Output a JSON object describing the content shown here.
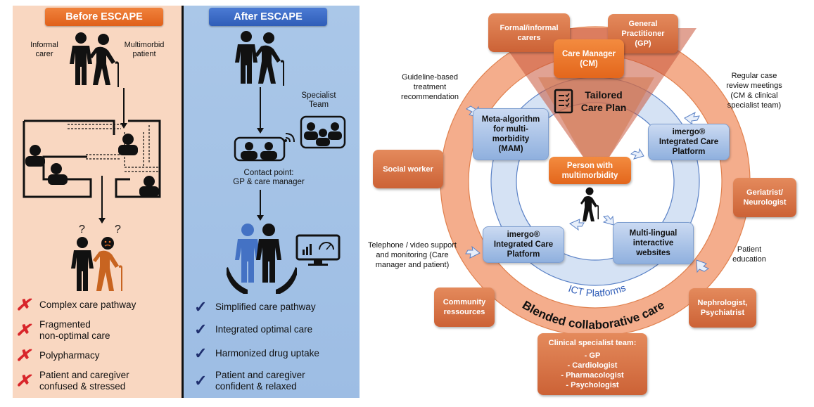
{
  "before": {
    "title": "Before ESCAPE",
    "label_carer": "Informal\ncarer",
    "label_carer_l1": "Informal",
    "label_carer_l2": "carer",
    "label_patient_l1": "Multimorbid",
    "label_patient_l2": "patient",
    "question_mark": "?",
    "items": [
      {
        "l1": "Complex care pathway",
        "l2": ""
      },
      {
        "l1": "Fragmented",
        "l2": "non-optimal care"
      },
      {
        "l1": "Polypharmacy",
        "l2": ""
      },
      {
        "l1": "Patient and caregiver",
        "l2": "confused & stressed"
      }
    ],
    "item_icon": "✗"
  },
  "after": {
    "title": "After ESCAPE",
    "specialist_l1": "Specialist",
    "specialist_l2": "Team",
    "contact_l1": "Contact point:",
    "contact_l2": "GP & care manager",
    "items": [
      {
        "l1": "Simplified care pathway",
        "l2": ""
      },
      {
        "l1": "Integrated optimal care",
        "l2": ""
      },
      {
        "l1": "Harmonized drug uptake",
        "l2": ""
      },
      {
        "l1": "Patient and caregiver",
        "l2": "confident & relaxed"
      }
    ],
    "item_icon": "✓"
  },
  "diagram": {
    "outer_ring_label": "Blended collaborative care",
    "inner_ring_label": "ICT Platforms",
    "center": {
      "l1": "Person with",
      "l2": "multimorbidity"
    },
    "care_plan": {
      "l1": "Tailored",
      "l2": "Care Plan"
    },
    "top_boxes": {
      "carers": {
        "l1": "Formal/informal",
        "l2": "carers"
      },
      "gp": {
        "l1": "General",
        "l2": "Practitioner",
        "l3": "(GP)"
      },
      "cm": {
        "l1": "Care Manager",
        "l2": "(CM)"
      }
    },
    "ring_boxes": {
      "social_worker": "Social worker",
      "geriatrist": {
        "l1": "Geriatrist/",
        "l2": "Neurologist"
      },
      "community": {
        "l1": "Community",
        "l2": "ressources"
      },
      "nephrologist": {
        "l1": "Nephrologist,",
        "l2": "Psychiatrist"
      },
      "clinical_team": {
        "title": "Clinical specialist team:",
        "members": [
          "GP",
          "Cardiologist",
          "Pharmacologist",
          "Psychologist"
        ]
      }
    },
    "ict_boxes": {
      "mam": {
        "l1": "Meta-algorithm",
        "l2": "for multi-",
        "l3": "morbidity",
        "l4": "(MAM)"
      },
      "imergo_top": {
        "l1": "imergo®",
        "l2": "Integrated Care",
        "l3": "Platform"
      },
      "imergo_bottom": {
        "l1": "imergo®",
        "l2": "Integrated Care",
        "l3": "Platform"
      },
      "websites": {
        "l1": "Multi-lingual",
        "l2": "interactive",
        "l3": "websites"
      }
    },
    "notes": {
      "guideline": {
        "l1": "Guideline-based",
        "l2": "treatment",
        "l3": "recommendation"
      },
      "case_review": {
        "l1": "Regular case",
        "l2": "review meetings",
        "l3": "(CM & clinical",
        "l4": "specialist team)"
      },
      "telephone": {
        "l1": "Telephone / video support",
        "l2": "and monitoring (Care",
        "l3": "manager and patient)"
      },
      "education": {
        "l1": "Patient",
        "l2": "education"
      }
    }
  },
  "colors": {
    "before_bg": "#f9d7c1",
    "after_bg": "#a3c2e6",
    "before_accent": "#e8702a",
    "after_accent": "#3b6cc6",
    "outer_ring": "#f4ad8c",
    "inner_ring": "#d5e2f4",
    "cross": "#d8252a",
    "check": "#1f2f6e"
  }
}
